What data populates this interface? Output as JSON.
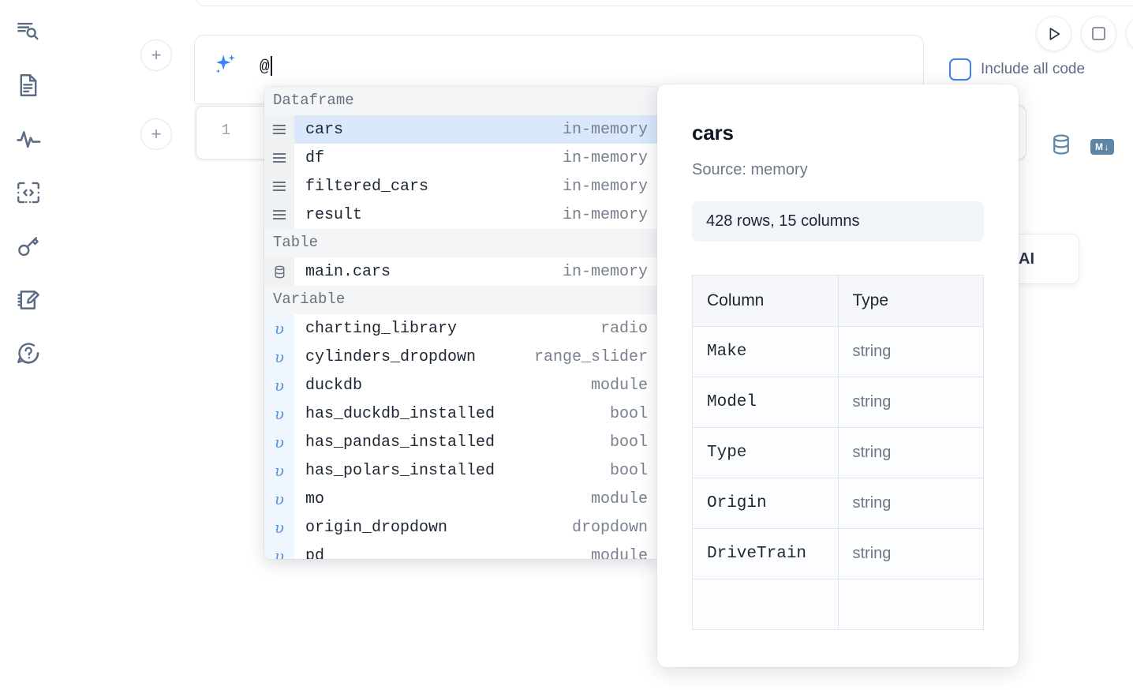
{
  "sidebar": {
    "items": [
      {
        "icon": "outline-search-icon",
        "name": "sidebar-item-outline"
      },
      {
        "icon": "document-icon",
        "name": "sidebar-item-notebook"
      },
      {
        "icon": "activity-icon",
        "name": "sidebar-item-activity"
      },
      {
        "icon": "code-snippet-icon",
        "name": "sidebar-item-snippets"
      },
      {
        "icon": "key-icon",
        "name": "sidebar-item-secrets"
      },
      {
        "icon": "scratchpad-icon",
        "name": "sidebar-item-scratchpad"
      },
      {
        "icon": "help-chat-icon",
        "name": "sidebar-item-help"
      }
    ]
  },
  "toolbar": {
    "add_cell_label": "+",
    "run_label": "run-cell",
    "stop_label": "interrupt",
    "include_all_code_label": "Include all code",
    "include_all_code_checked": false,
    "accent_color": "#3b82f6"
  },
  "ai_prompt": {
    "value": "@",
    "icon": "sparkle-icon"
  },
  "cell": {
    "line_number": "1",
    "database_icon": "database-icon",
    "markdown_badge": "M",
    "markdown_badge_arrow": "↓"
  },
  "ai_card": {
    "label": "AI"
  },
  "autocomplete": {
    "groups": [
      {
        "label": "Dataframe",
        "icon": "dataframe-icon",
        "items": [
          {
            "label": "cars",
            "meta": "in-memory",
            "selected": true
          },
          {
            "label": "df",
            "meta": "in-memory",
            "selected": false
          },
          {
            "label": "filtered_cars",
            "meta": "in-memory",
            "selected": false
          },
          {
            "label": "result",
            "meta": "in-memory",
            "selected": false
          }
        ]
      },
      {
        "label": "Table",
        "icon": "table-icon",
        "items": [
          {
            "label": "main.cars",
            "meta": "in-memory",
            "selected": false
          }
        ]
      },
      {
        "label": "Variable",
        "icon": "variable-icon",
        "items": [
          {
            "label": "charting_library",
            "meta": "radio",
            "selected": false
          },
          {
            "label": "cylinders_dropdown",
            "meta": "range_slider",
            "selected": false
          },
          {
            "label": "duckdb",
            "meta": "module",
            "selected": false
          },
          {
            "label": "has_duckdb_installed",
            "meta": "bool",
            "selected": false
          },
          {
            "label": "has_pandas_installed",
            "meta": "bool",
            "selected": false
          },
          {
            "label": "has_polars_installed",
            "meta": "bool",
            "selected": false
          },
          {
            "label": "mo",
            "meta": "module",
            "selected": false
          },
          {
            "label": "origin_dropdown",
            "meta": "dropdown",
            "selected": false
          },
          {
            "label": "pd",
            "meta": "module",
            "selected": false
          }
        ]
      }
    ]
  },
  "preview": {
    "title": "cars",
    "source": "Source: memory",
    "shape": "428 rows, 15 columns",
    "columns_header": "Column",
    "type_header": "Type",
    "rows": [
      {
        "column": "Make",
        "type": "string"
      },
      {
        "column": "Model",
        "type": "string"
      },
      {
        "column": "Type",
        "type": "string"
      },
      {
        "column": "Origin",
        "type": "string"
      },
      {
        "column": "DriveTrain",
        "type": "string"
      },
      {
        "column": "",
        "type": ""
      }
    ]
  }
}
